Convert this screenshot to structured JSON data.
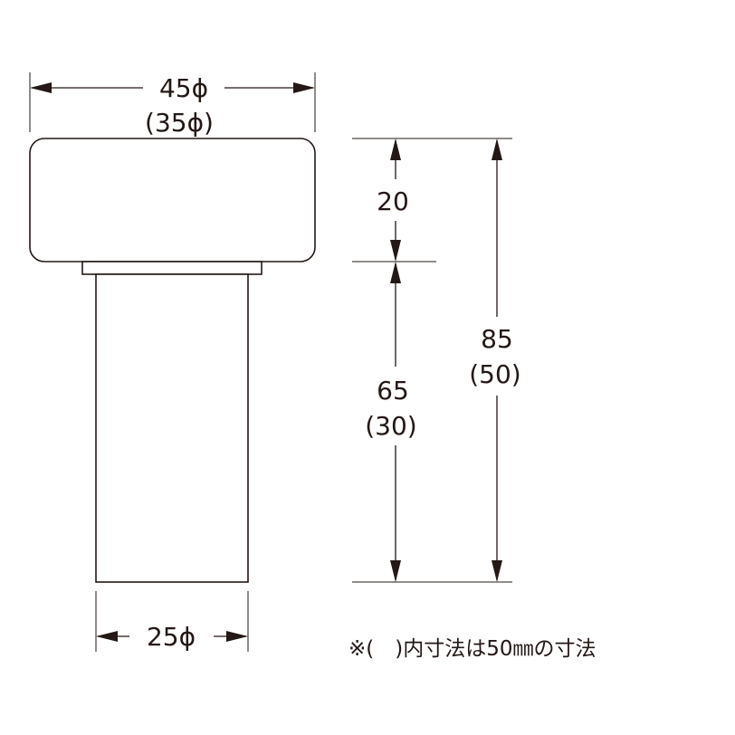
{
  "dimensions": {
    "top_width": "45ϕ",
    "top_width_alt": "(35ϕ)",
    "head_height": "20",
    "stem_height": "65",
    "stem_height_alt": "(30)",
    "total_height": "85",
    "total_height_alt": "(50)",
    "bottom_width": "25ϕ"
  },
  "note": "※(　)内寸法は50㎜の寸法"
}
